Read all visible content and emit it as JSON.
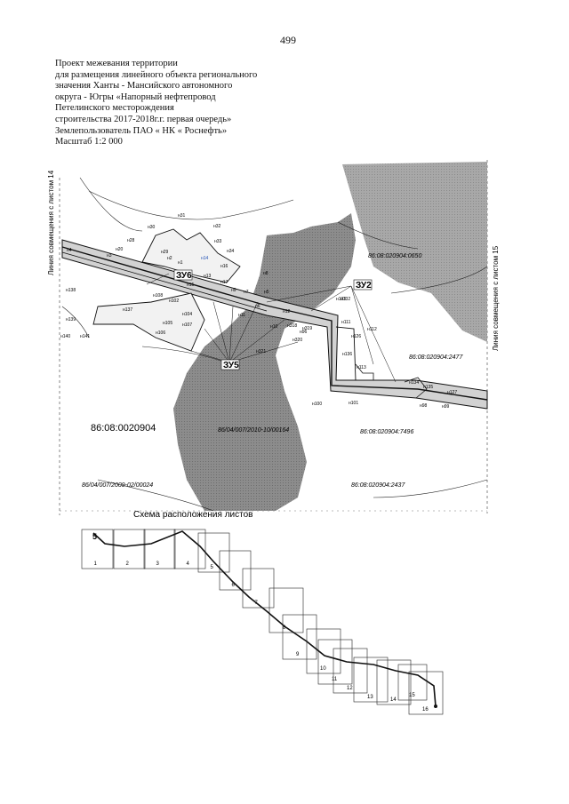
{
  "page_number": "499",
  "title_lines": [
    "Проект межевания территории",
    "для размещения линейного объекта регионального",
    "значения Ханты - Мансийского автономного",
    "округа - Югры «Напорный нефтепровод",
    "Петелинского месторождения",
    "строительства 2017-2018г.г. первая очередь»",
    "Землепользователь ПАО « НК « Роснефть»",
    "Масштаб 1:2 000"
  ],
  "map": {
    "left_match_line": "Линия совмещения с листом 14",
    "right_match_line": "Линия совмещения с листом 15",
    "parcel_labels": [
      {
        "id": "zu6",
        "text": "ЗУ6"
      },
      {
        "id": "zu2",
        "text": "ЗУ2"
      },
      {
        "id": "zu5",
        "text": "ЗУ5"
      }
    ],
    "cadastral_labels": [
      {
        "id": "main-quarter",
        "text": "86:08:0020904"
      },
      {
        "id": "c0650",
        "text": "86:08:020904:0650"
      },
      {
        "id": "c2477",
        "text": "86:08:020904:2477"
      },
      {
        "id": "c7496",
        "text": "86:08:020904:7496"
      },
      {
        "id": "c2437",
        "text": "86:08:020904:2437"
      },
      {
        "id": "c00164",
        "text": "86/04/007/2010-10/00164"
      },
      {
        "id": "c00024",
        "text": "86/04/007/2009-02/00024"
      }
    ],
    "point_labels": [
      "н31",
      "н30",
      "н32",
      "н29",
      "н28",
      "н33",
      "н34",
      "н20",
      "н16",
      "н17",
      "н4",
      "н3",
      "н2",
      "н1",
      "н14",
      "н13",
      "н15",
      "н9",
      "н7",
      "н8",
      "н5",
      "н6",
      "н11",
      "н10",
      "н12",
      "н318",
      "н319",
      "н320",
      "н321",
      "н132",
      "н112",
      "н113",
      "н111",
      "н126",
      "н103",
      "н108",
      "н104",
      "н105",
      "н106",
      "н107",
      "н102",
      "н137",
      "н138",
      "н139",
      "н140",
      "н141",
      "н136",
      "н134",
      "н135",
      "н127",
      "н96",
      "н98",
      "н99",
      "н100",
      "н101"
    ],
    "point_label_accent": "н14"
  },
  "sheet_scheme": {
    "title": "Схема расположения листов",
    "sheets": [
      "1",
      "2",
      "3",
      "4",
      "5",
      "6",
      "7",
      "8",
      "9",
      "10",
      "11",
      "12",
      "13",
      "14",
      "15",
      "16"
    ],
    "start_label": "5"
  },
  "colors": {
    "ink": "#111111",
    "forest_fill": "#8c8c8c",
    "right_mass_fill": "#a8a8a8",
    "corridor_fill": "#d2d2d2",
    "paper": "#ffffff"
  }
}
